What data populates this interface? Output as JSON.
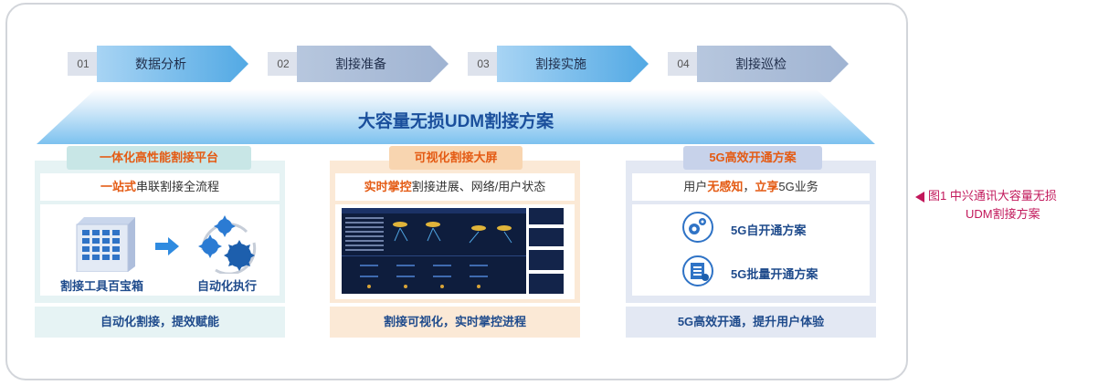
{
  "steps": [
    {
      "num": "01",
      "label": "数据分析"
    },
    {
      "num": "02",
      "label": "割接准备"
    },
    {
      "num": "03",
      "label": "割接实施"
    },
    {
      "num": "04",
      "label": "割接巡检"
    }
  ],
  "banner_title": "大容量无损UDM割接方案",
  "panel1": {
    "title": "一体化高性能割接平台",
    "sub_highlight": "一站式",
    "sub_rest": "串联割接全流程",
    "tool_label": "割接工具百宝箱",
    "exec_label": "自动化执行",
    "bottom": "自动化割接，提效赋能"
  },
  "panel2": {
    "title": "可视化割接大屏",
    "sub_highlight": "实时掌控",
    "sub_rest": "割接进展、网络/用户状态",
    "bottom": "割接可视化，实时掌控进程"
  },
  "panel3": {
    "title": "5G高效开通方案",
    "sub_pre": "用户",
    "sub_hl1": "无感知",
    "sub_mid": "，",
    "sub_hl2": "立享",
    "sub_post": "5G业务",
    "item1": "5G自开通方案",
    "item2": "5G批量开通方案",
    "bottom": "5G高效开通，提升用户体验"
  },
  "caption": {
    "line1": "图1  中兴通讯大容量无损",
    "line2": "UDM割接方案"
  },
  "colors": {
    "accent_orange": "#e45b14",
    "caption": "#c2185b",
    "title_blue": "#1a4f9c"
  }
}
